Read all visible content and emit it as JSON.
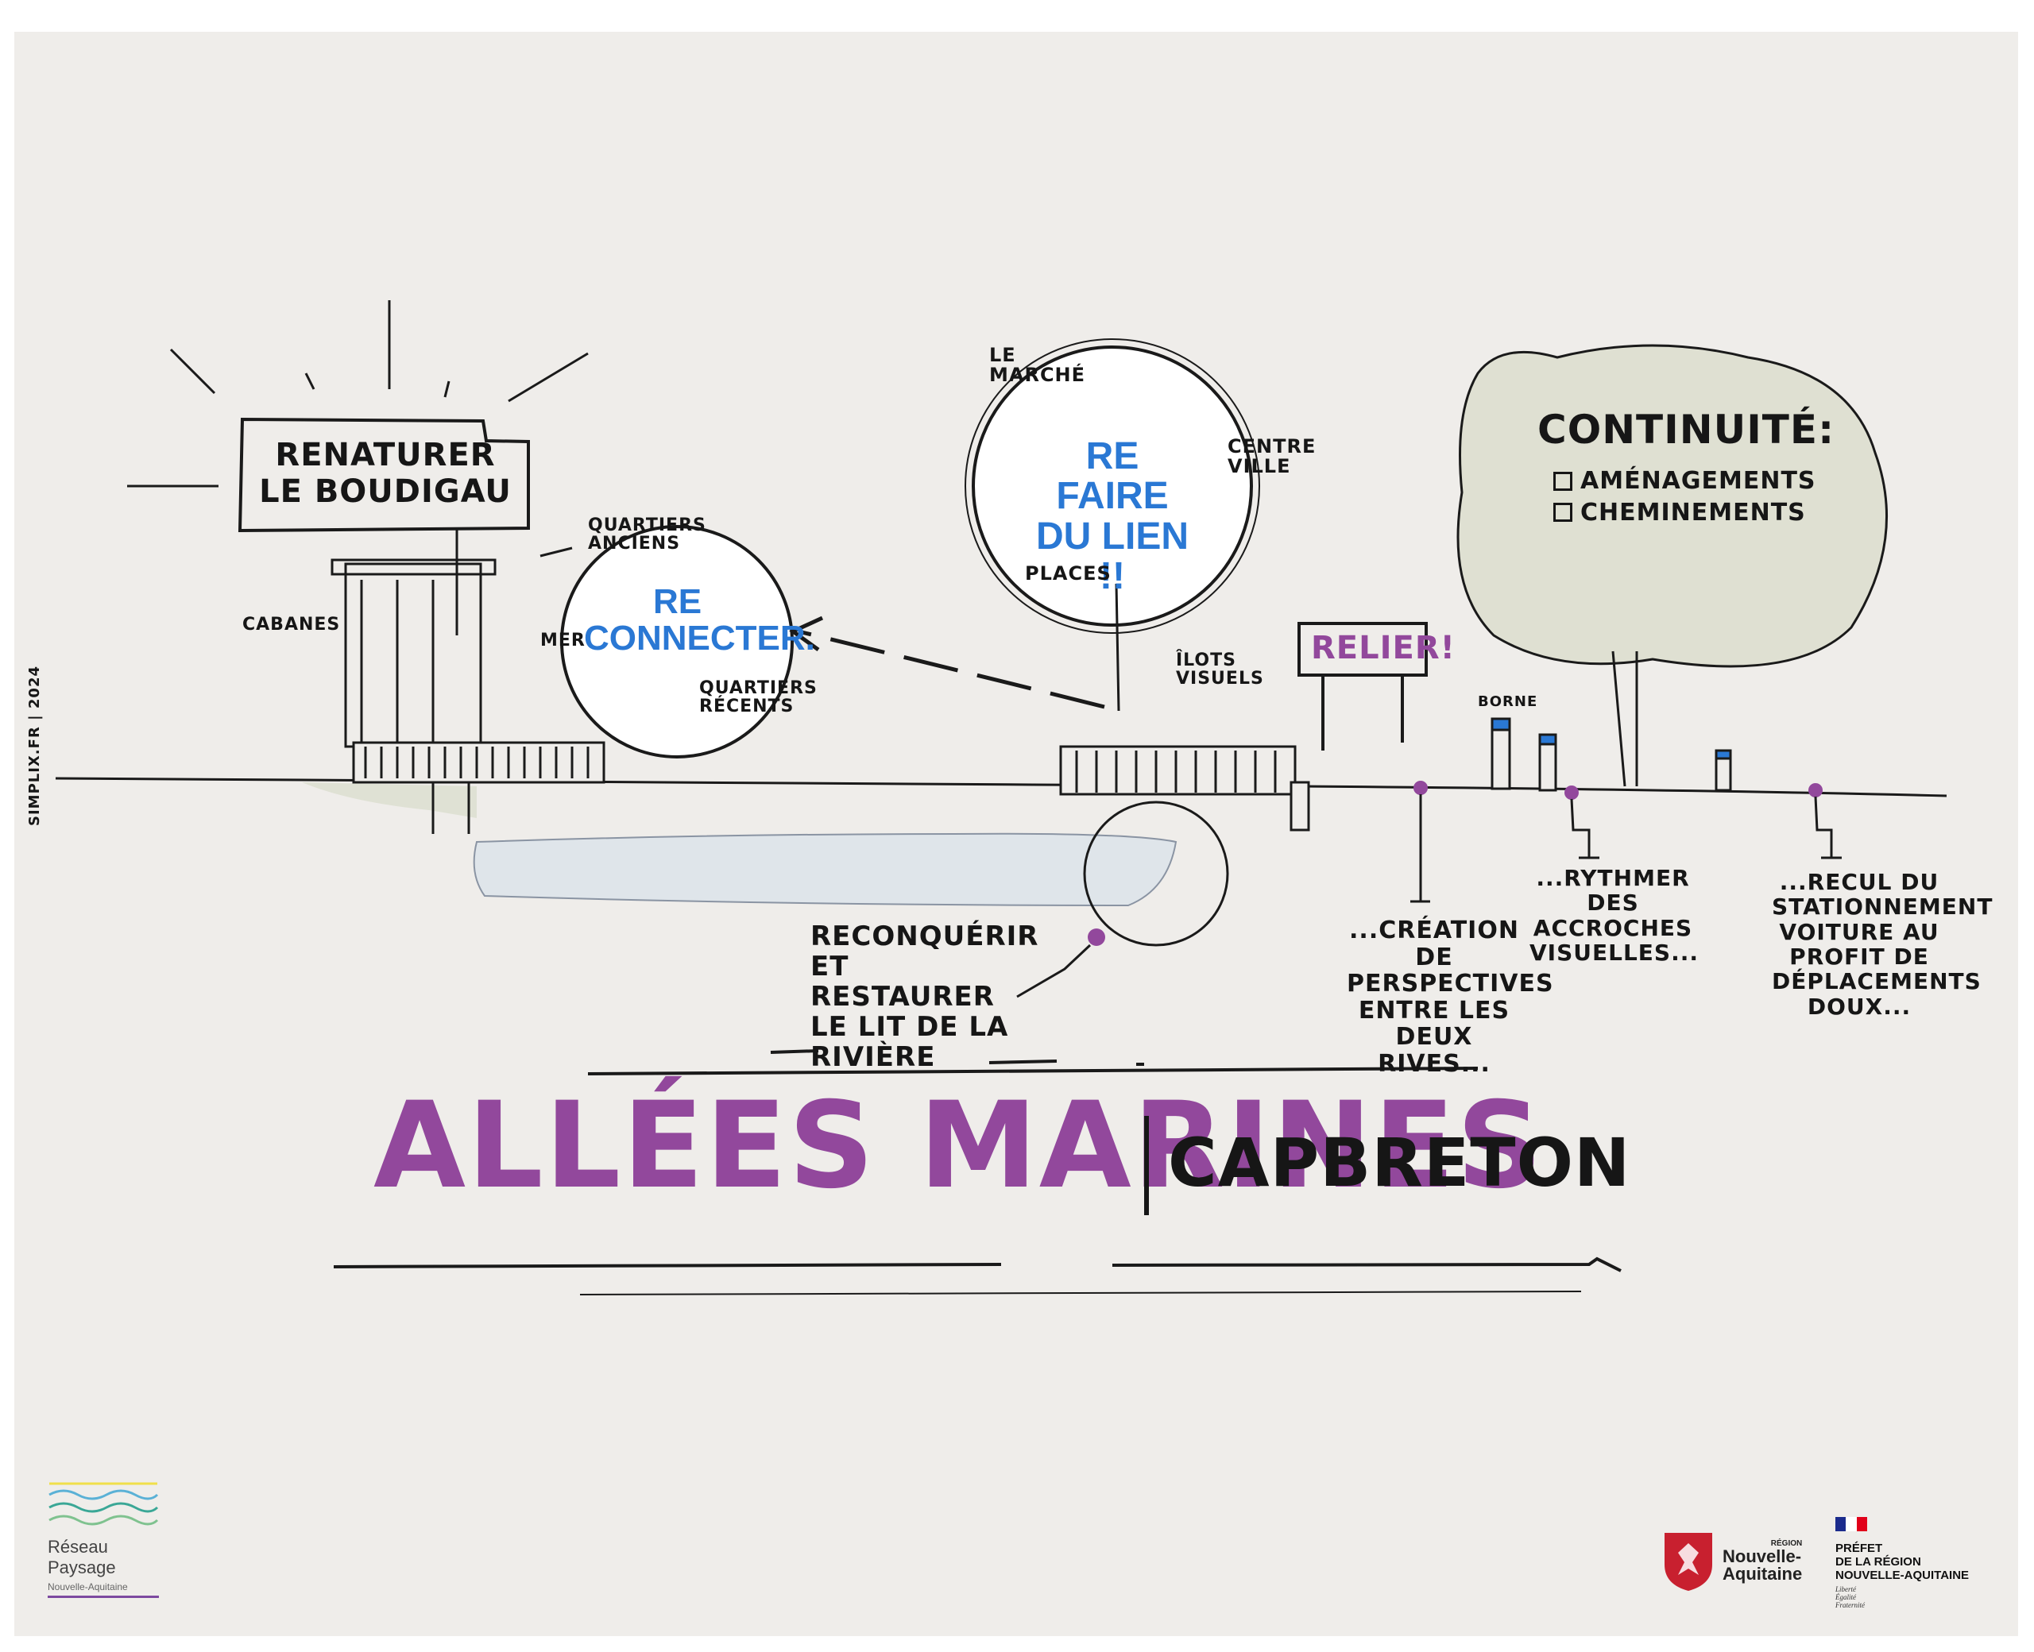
{
  "signature": "simplix.fr | 2024",
  "panels": {
    "renaturer": "RENATURER LE BOUDIGAU",
    "cabanes": "CABANES",
    "reconnecter": {
      "center": "RE CONNECTER.",
      "top": "QUARTIERS ANCIENS",
      "left": "MER",
      "bottom": "QUARTIERS RÉCENTS"
    },
    "refaire": {
      "center": "RE FAIRE DU LIEN !!",
      "le_marche": "LE MARCHÉ",
      "centre_ville": "CENTRE VILLE",
      "places": "PLACES"
    },
    "ilots": "ÎLOTS VISUELS",
    "relier": "RELIER!",
    "borne": "BORNE",
    "continuite": {
      "title": "CONTINUITÉ:",
      "items": [
        "AMÉNAGEMENTS",
        "CHEMINEMENTS"
      ]
    }
  },
  "annotations": {
    "riviere": "RECONQUÉRIR ET RESTAURER LE LIT DE LA RIVIÈRE",
    "perspectives": "...CRÉATION DE PERSPECTIVES ENTRE LES DEUX RIVES...",
    "rythmer": "...RYTHMER DES ACCROCHES VISUELLES...",
    "recul": "...RECUL DU STATIONNEMENT VOITURE AU PROFIT DE DÉPLACEMENTS DOUX..."
  },
  "title": {
    "main": "ALLÉES MARINES",
    "sub": "CAPBRETON"
  },
  "logos": {
    "reseau": {
      "line1": "Réseau",
      "line2": "Paysage",
      "line3": "Nouvelle-Aquitaine"
    },
    "region": {
      "small": "RÉGION",
      "line1": "Nouvelle-",
      "line2": "Aquitaine"
    },
    "prefet": {
      "line1": "PRÉFET",
      "line2": "DE LA RÉGION",
      "line3": "NOUVELLE-AQUITAINE",
      "motto1": "Liberté",
      "motto2": "Égalité",
      "motto3": "Fraternité"
    }
  },
  "colors": {
    "paper": "#efedea",
    "ink": "#161616",
    "accent_blue": "#2a78d4",
    "accent_purple": "#92489c",
    "water": "#dfe5ea",
    "tree": "#dfe0d2"
  }
}
